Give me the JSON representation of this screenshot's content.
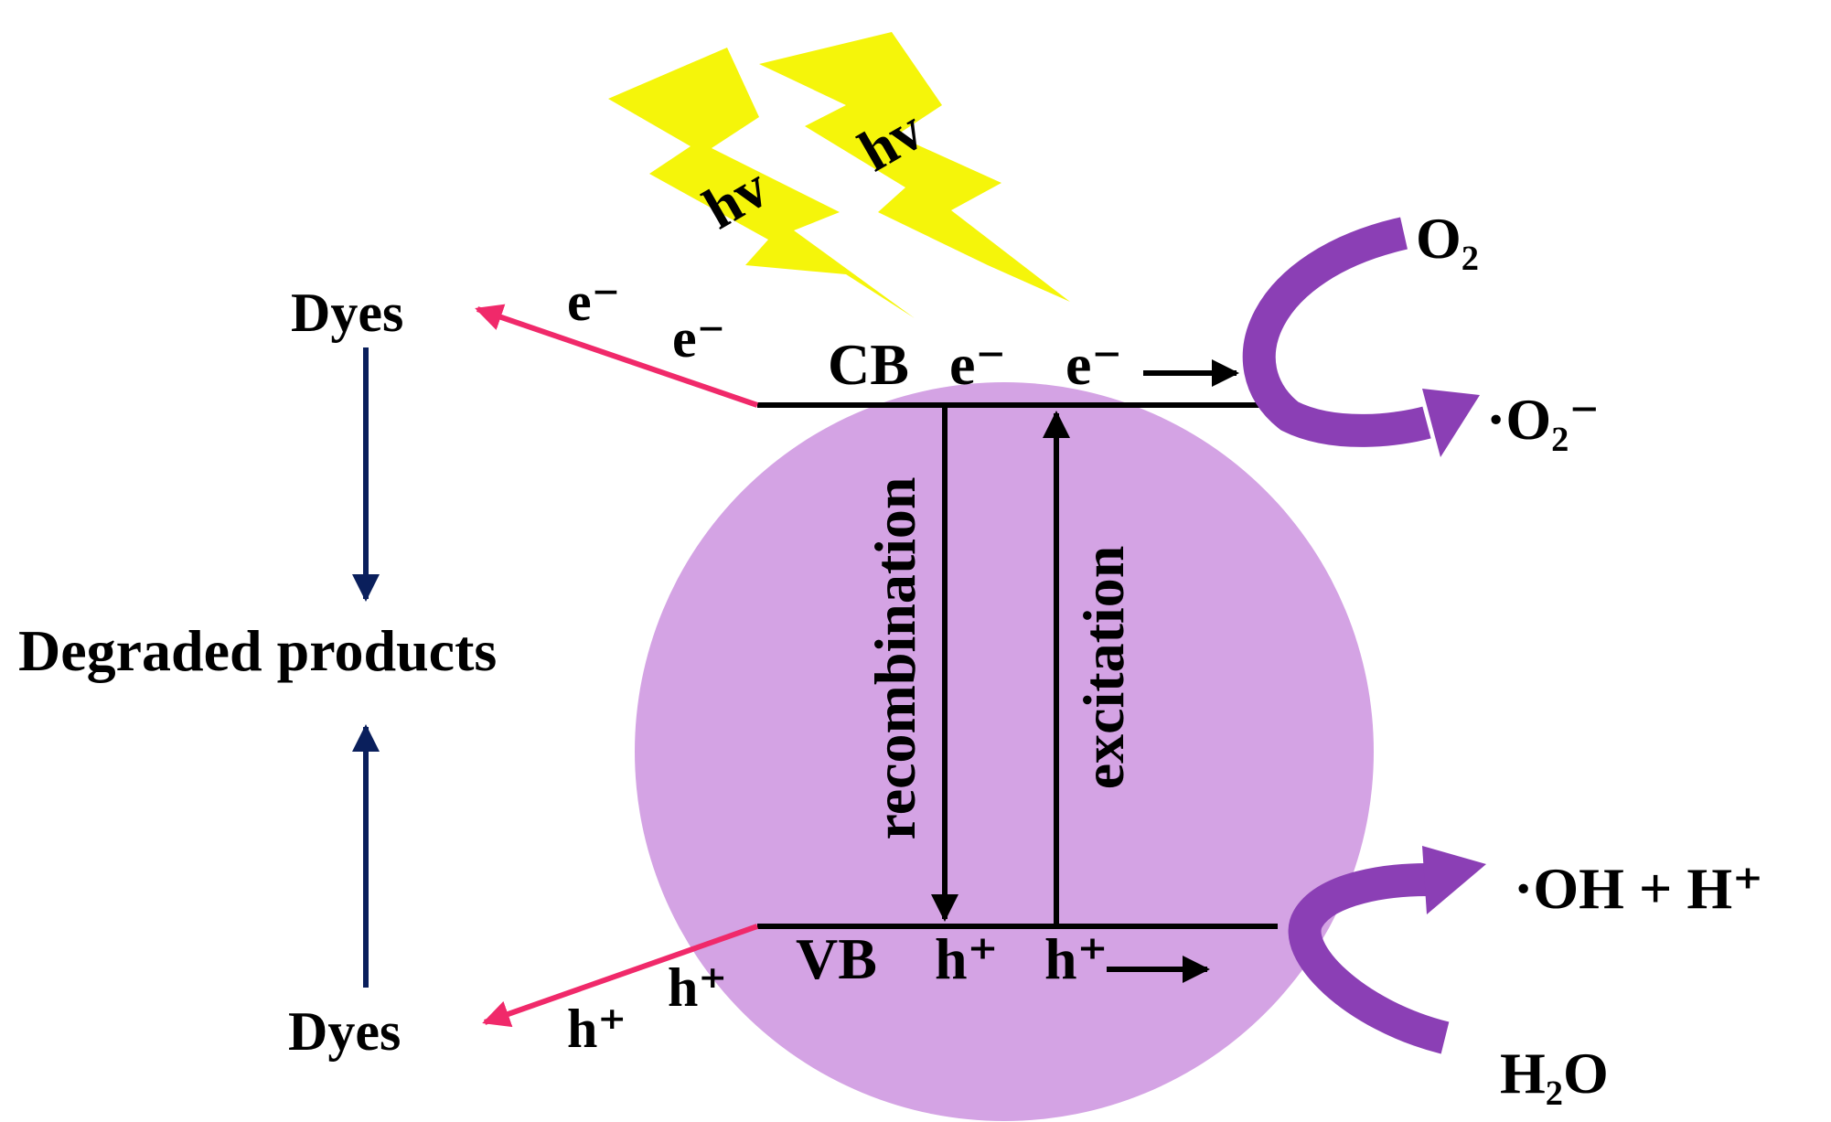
{
  "labels": {
    "hv": "hv",
    "cb": "CB",
    "vb": "VB",
    "electron": "e⁻",
    "hole": "h⁺",
    "recombination": "recombination",
    "excitation": "excitation",
    "dyes": "Dyes",
    "degraded_products": "Degraded products",
    "o2": "O₂",
    "superoxide": "·O₂⁻",
    "hydroxyl": "·OH + H⁺",
    "water": "H₂O"
  },
  "colors": {
    "particle": "#d4a3e4",
    "lightning": "#f5f50a",
    "band_line": "#000000",
    "dye_arrow": "#f0296a",
    "degradation_arrow": "#0a1f5c",
    "curved_arrow": "#8b3fb5"
  }
}
